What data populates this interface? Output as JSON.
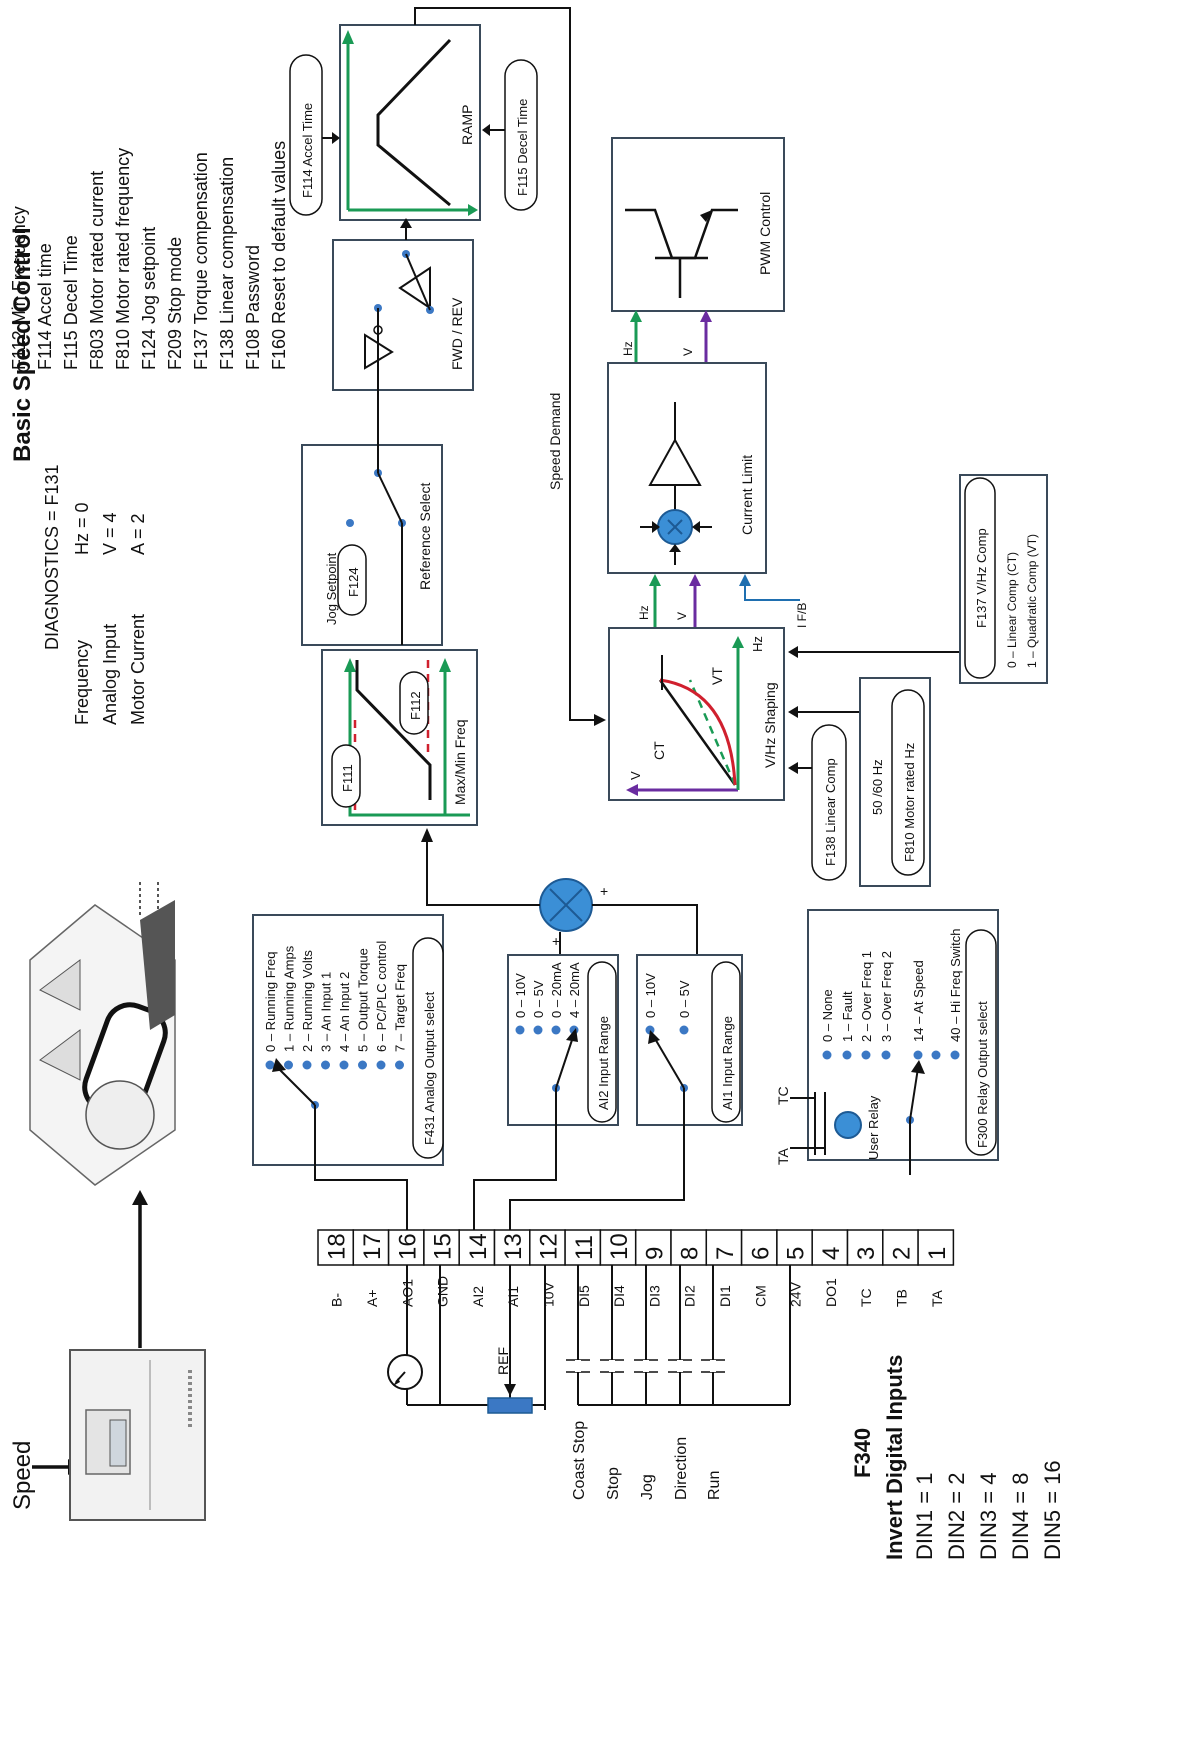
{
  "diagram_title": "Basic Speed Control",
  "speed_label": "Speed",
  "diagnostics": {
    "heading": "DIAGNOSTICS = F131",
    "rows": [
      {
        "name": "Frequency",
        "value": "Hz = 0"
      },
      {
        "name": "Analog Input",
        "value": "V = 4"
      },
      {
        "name": "Motor Current",
        "value": "A = 2"
      }
    ]
  },
  "parameter_list": [
    "F112 Min Frequency",
    "F114 Accel time",
    "F115 Decel Time",
    "F803 Motor rated current",
    "F810 Motor rated frequency",
    "F124 Jog setpoint",
    "F209 Stop mode",
    "F137 Torque compensation",
    "F138 Linear compensation",
    "F108 Password",
    "F160 Reset to default values"
  ],
  "blocks": {
    "ramp": {
      "label": "RAMP",
      "accel": "F114 Accel Time",
      "decel": "F115 Decel Time"
    },
    "fwd_rev": {
      "label": "FWD / REV"
    },
    "reference_select": {
      "label": "Reference Select",
      "jog": "Jog Setpoint",
      "jog_param": "F124"
    },
    "max_min": {
      "label": "Max/Min Freq",
      "min_param": "F111",
      "max_param": "F112"
    },
    "pwm": {
      "label": "PWM Control"
    },
    "current_limit": {
      "label": "Current Limit"
    },
    "vhz": {
      "label": "V/Hz Shaping",
      "ct": "CT",
      "vt": "VT",
      "v": "V",
      "hz": "Hz"
    },
    "speed_demand": "Speed Demand",
    "signals": {
      "hz": "Hz",
      "v": "V",
      "ifb": "I F/B"
    },
    "linear_comp": "F138 Linear Comp",
    "rated_hz": {
      "top": "50 /60 Hz",
      "param": "F810 Motor rated Hz"
    },
    "vhz_comp": {
      "title": "F137 V/Hz Comp",
      "opt0": "0 – Linear Comp (CT)",
      "opt1": "1 – Quadratic Comp (VT)"
    }
  },
  "analog_output": {
    "options": [
      "0 – Running Freq",
      "1 – Running Amps",
      "2 – Running Volts",
      "3 – An Input 1",
      "4 – An Input 2",
      "5 – Output Torque",
      "6 – PC/PLC control",
      "7 – Target Freq"
    ],
    "select": "F431 Analog Output select"
  },
  "ai2": {
    "options": [
      "0 – 10V",
      "0 – 5V",
      "0 – 20mA",
      "4 – 20mA"
    ],
    "label": "AI2 Input Range"
  },
  "ai1": {
    "options": [
      "0 – 10V",
      "0 – 5V"
    ],
    "label": "AI1 Input Range"
  },
  "relay": {
    "options": [
      "0 – None",
      "1 – Fault",
      "2 – Over Freq 1",
      "3 – Over Freq 2",
      "14 – At Speed",
      "40 – Hi Freq Switch"
    ],
    "select": "F300 Relay Output select",
    "user": "User Relay",
    "tc": "TC",
    "ta": "TA"
  },
  "terminals": [
    {
      "num": "18",
      "name": "B-"
    },
    {
      "num": "17",
      "name": "A+"
    },
    {
      "num": "16",
      "name": "AO1"
    },
    {
      "num": "15",
      "name": "GND"
    },
    {
      "num": "14",
      "name": "AI2"
    },
    {
      "num": "13",
      "name": "AI1"
    },
    {
      "num": "12",
      "name": "10V"
    },
    {
      "num": "11",
      "name": "DI5"
    },
    {
      "num": "10",
      "name": "DI4"
    },
    {
      "num": "9",
      "name": "DI3"
    },
    {
      "num": "8",
      "name": "DI2"
    },
    {
      "num": "7",
      "name": "DI1"
    },
    {
      "num": "6",
      "name": "CM"
    },
    {
      "num": "5",
      "name": "24V"
    },
    {
      "num": "4",
      "name": "DO1"
    },
    {
      "num": "3",
      "name": "TC"
    },
    {
      "num": "2",
      "name": "TB"
    },
    {
      "num": "1",
      "name": "TA"
    }
  ],
  "switches": [
    "Coast Stop",
    "Stop",
    "Jog",
    "Direction",
    "Run"
  ],
  "ref_label": "REF",
  "f340": {
    "title": "F340",
    "subtitle": "Invert Digital Inputs",
    "rows": [
      "DIN1 = 1",
      "DIN2 = 2",
      "DIN3 = 4",
      "DIN4 = 8",
      "DIN5 = 16"
    ]
  },
  "colors": {
    "green": "#1a9a55",
    "purple": "#6a2ca0",
    "blue": "#3b8fd6",
    "red": "#d0202e"
  }
}
